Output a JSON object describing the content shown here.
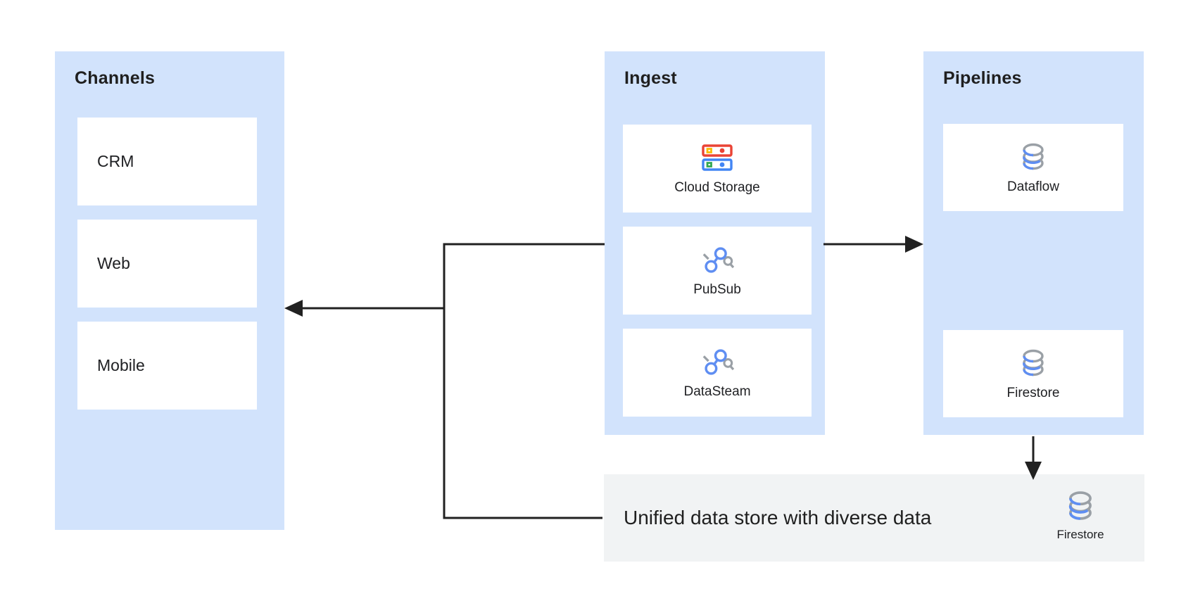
{
  "channels": {
    "title": "Channels",
    "items": [
      "CRM",
      "Web",
      "Mobile"
    ]
  },
  "ingest": {
    "title": "Ingest",
    "items": [
      {
        "label": "Cloud Storage",
        "icon": "cloud-storage-icon"
      },
      {
        "label": "PubSub",
        "icon": "pubsub-icon"
      },
      {
        "label": "DataSteam",
        "icon": "datastream-icon"
      }
    ]
  },
  "pipelines": {
    "title": "Pipelines",
    "items": [
      {
        "label": "Dataflow",
        "icon": "database-icon"
      },
      {
        "label": "Firestore",
        "icon": "database-icon"
      }
    ]
  },
  "unified_store": {
    "label": "Unified data store with diverse data",
    "icon": "database-icon",
    "icon_label": "Firestore"
  },
  "colors": {
    "panel_blue": "#d2e3fc",
    "card_white": "#ffffff",
    "unified_gray": "#f1f3f4",
    "arrow_dark": "#212121",
    "text_dark": "#202124",
    "icon_gray": "#9aa0a6",
    "icon_blue": "#5f8ef2",
    "storage_red": "#ea4335",
    "storage_yellow": "#fbbc04",
    "storage_green": "#34a853",
    "storage_blue": "#4285f4"
  }
}
